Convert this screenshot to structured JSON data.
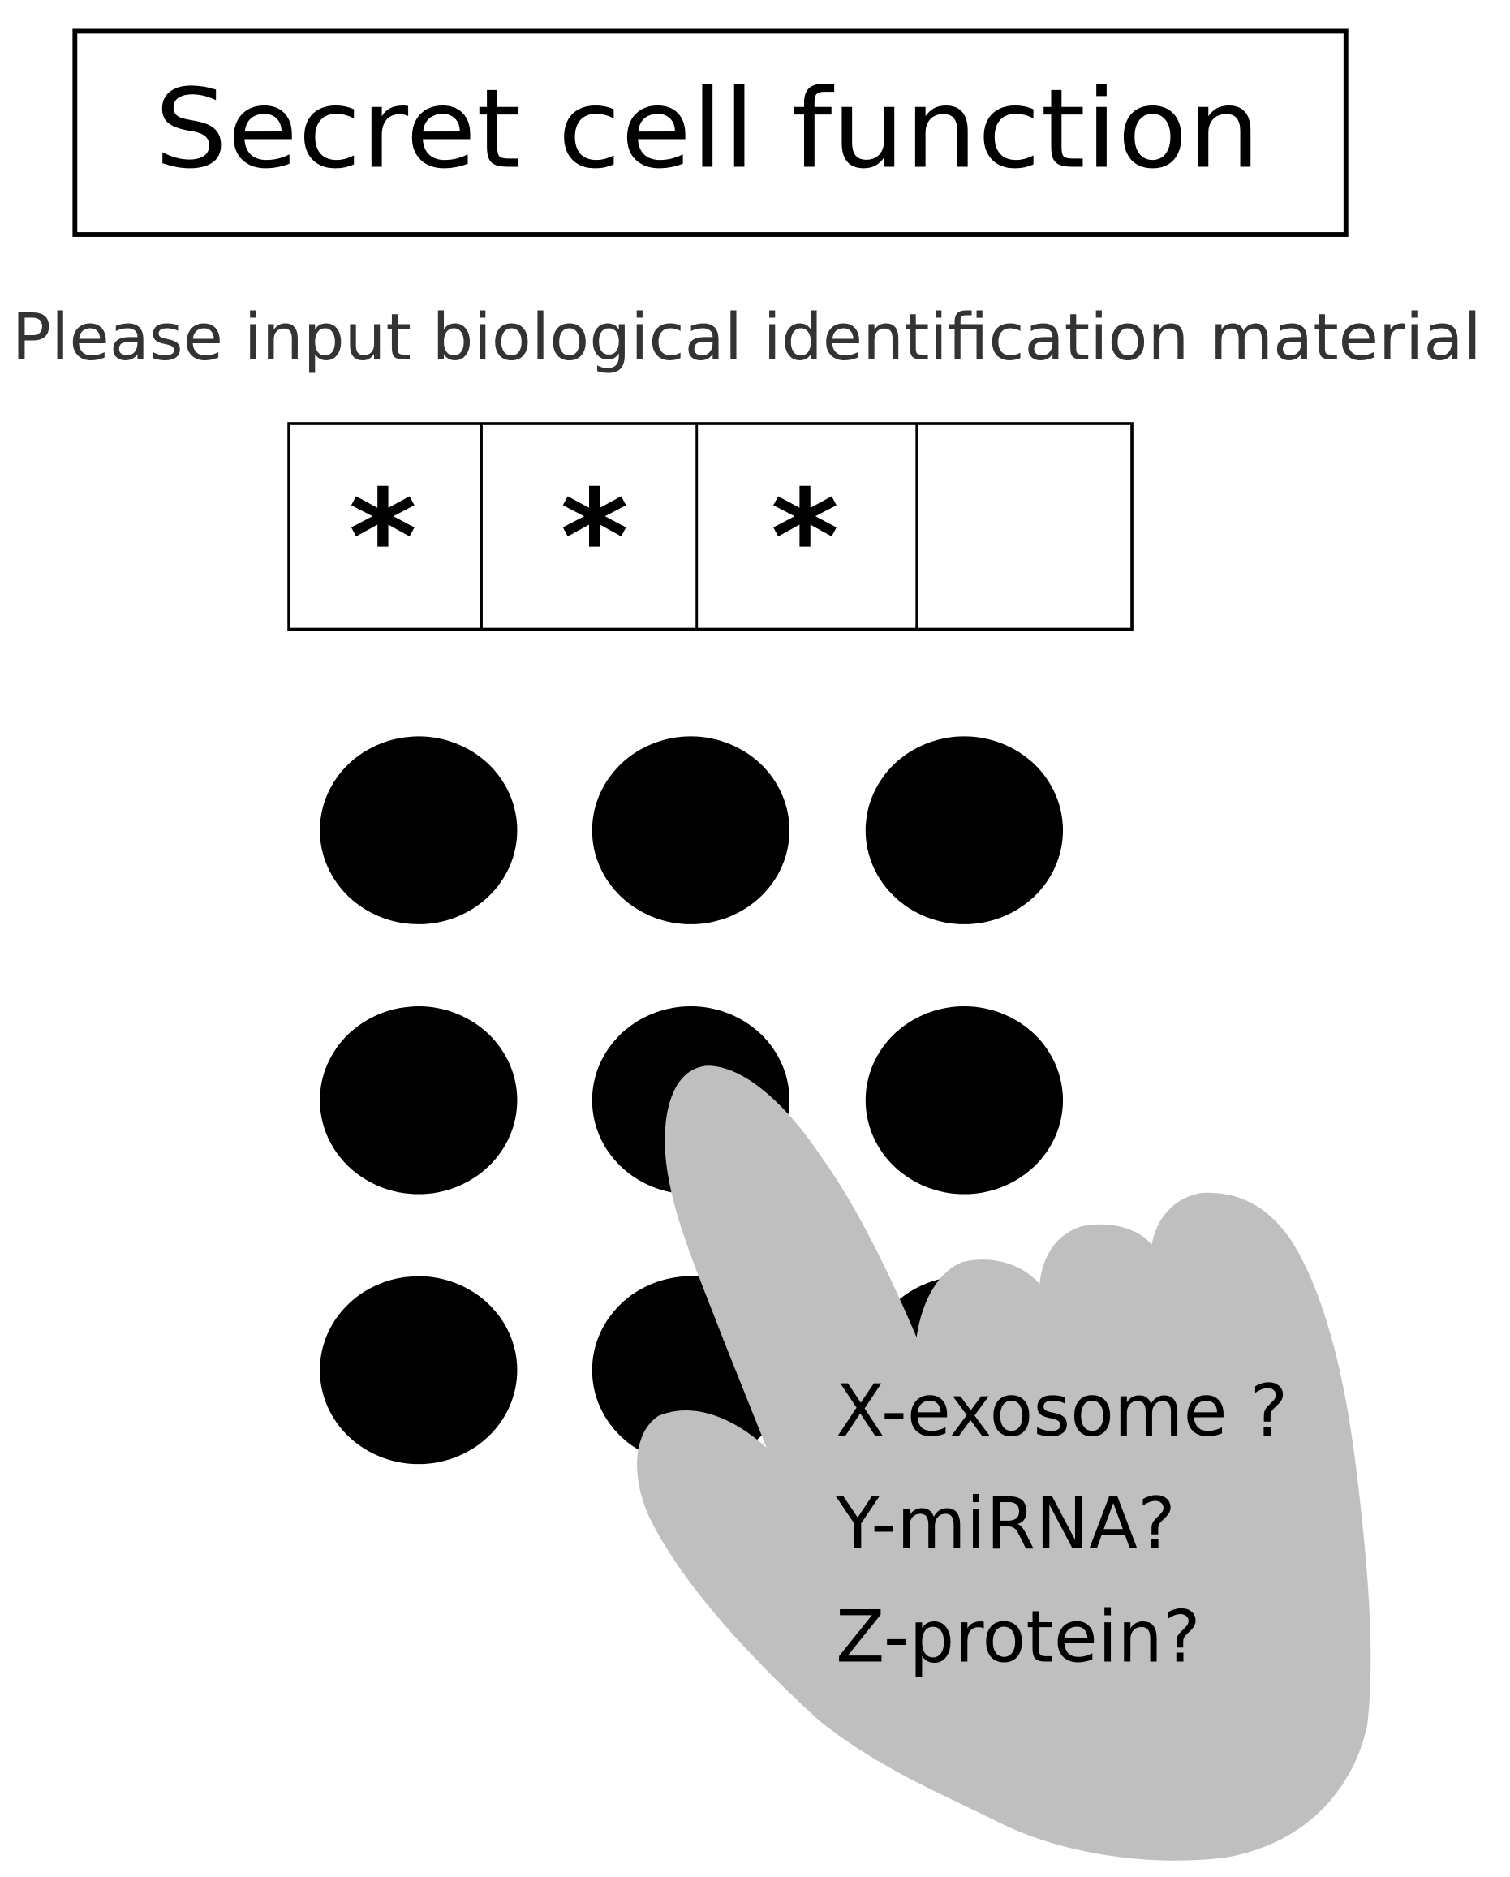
{
  "title": "Secret cell function",
  "prompt": "Please input biological identification material",
  "code_slots": [
    "*",
    "*",
    "*",
    ""
  ],
  "keypad": {
    "rows": 3,
    "cols": 3
  },
  "hand_labels": [
    "X-exosome ?",
    "Y-miRNA?",
    "Z-protein?"
  ],
  "colors": {
    "hand": "#bfbfbf",
    "keys": "#000000",
    "prompt": "#333333"
  }
}
